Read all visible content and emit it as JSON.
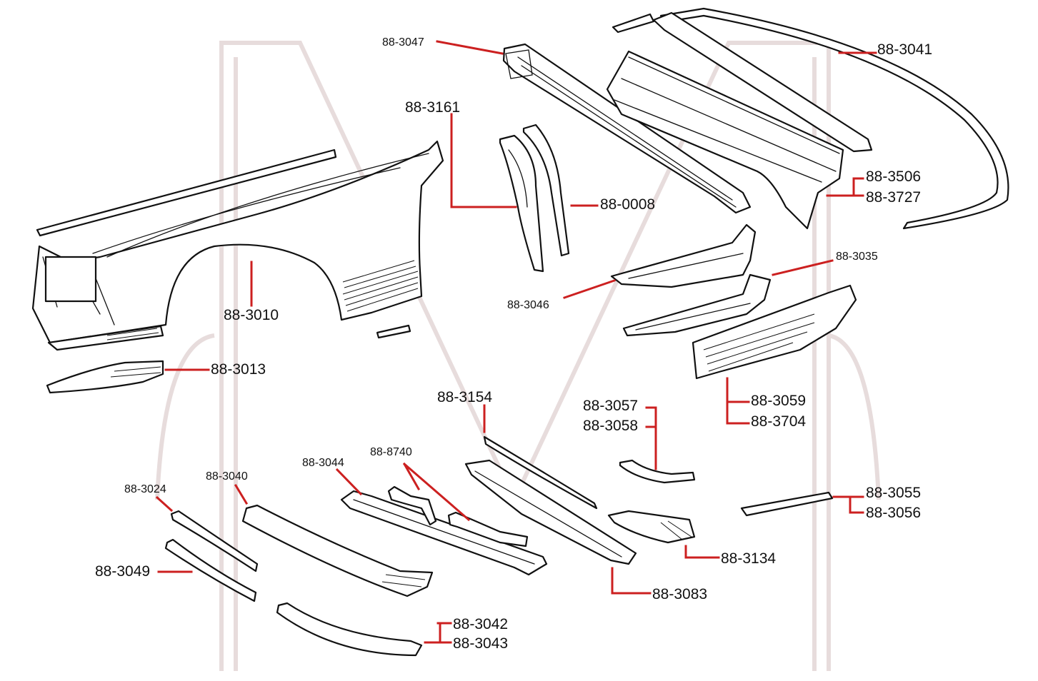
{
  "colors": {
    "leader": "#cc2020",
    "ink": "#111111",
    "watermark": "#e7dcdc",
    "background": "#ffffff"
  },
  "labels": {
    "p3047": "88-3047",
    "p3041": "88-3041",
    "p3161": "88-3161",
    "p0008": "88-0008",
    "p3506": "88-3506",
    "p3727": "88-3727",
    "p3035": "88-3035",
    "p3046": "88-3046",
    "p3010": "88-3010",
    "p3013": "88-3013",
    "p3059": "88-3059",
    "p3704": "88-3704",
    "p3154": "88-3154",
    "p3057": "88-3057",
    "p3058": "88-3058",
    "p3044": "88-3044",
    "p8740": "88-8740",
    "p3040": "88-3040",
    "p3024": "88-3024",
    "p3049": "88-3049",
    "p3055": "88-3055",
    "p3056": "88-3056",
    "p3134": "88-3134",
    "p3083": "88-3083",
    "p3042": "88-3042",
    "p3043": "88-3043"
  }
}
